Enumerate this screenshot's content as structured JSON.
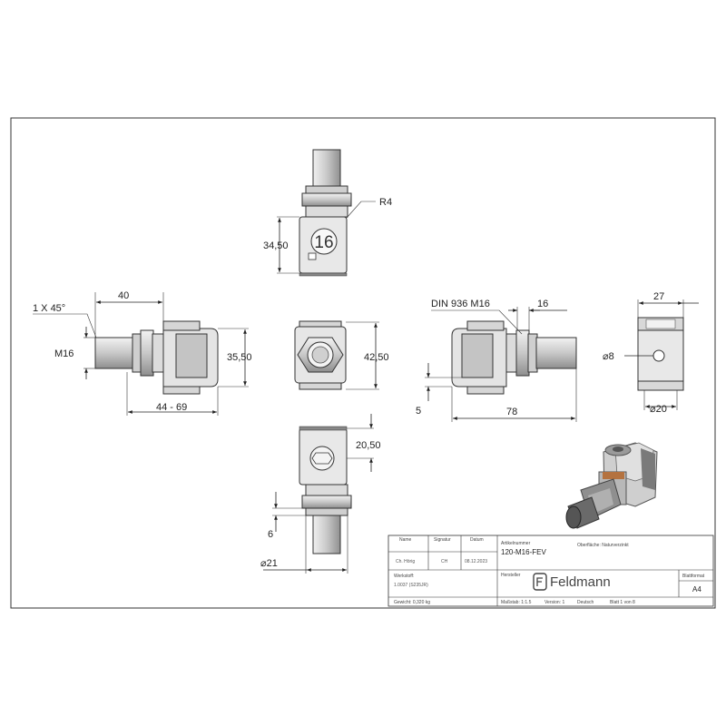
{
  "dimensions": {
    "r4": "R4",
    "d3450": "34,50",
    "d40": "40",
    "chamfer": "1 X 45°",
    "m16": "M16",
    "d3550": "35,50",
    "d4469": "44 - 69",
    "d4250": "42,50",
    "din": "DIN 936 M16",
    "d16": "16",
    "d5": "5",
    "d78": "78",
    "d27": "27",
    "dia8": "⌀8",
    "dia20": "⌀20",
    "d2050": "20,50",
    "d6": "6",
    "dia21": "⌀21",
    "nut_mark": "16"
  },
  "title_block": {
    "name_h": "Name",
    "signatur_h": "Signatur",
    "datum_h": "Datum",
    "name_v": "Ch. Hörig",
    "signatur_v": "CH",
    "datum_v": "08.12.2023",
    "artikel_h": "Artikelnummer",
    "artikel_v": "120-M16-FEV",
    "oberflaeche": "Oberfläche: Naturverzinkt",
    "werkstoff_h": "Werkstoff:",
    "werkstoff_v": "1.0037 (S235JR)",
    "hersteller_h": "Hersteller",
    "brand": "Feldmann",
    "blattformat_h": "Blattformat",
    "blattformat_v": "A4",
    "gewicht": "Gewicht: 0,320 kg",
    "massstab": "Maßstab: 1:1.5",
    "version": "Version: 1",
    "sprache": "Deutsch",
    "blatt": "Blatt 1 von 8"
  },
  "colors": {
    "metal": "#d2d2d2",
    "metal_dark": "#9a9a9a",
    "brown": "#b4723f",
    "line": "#222222"
  }
}
